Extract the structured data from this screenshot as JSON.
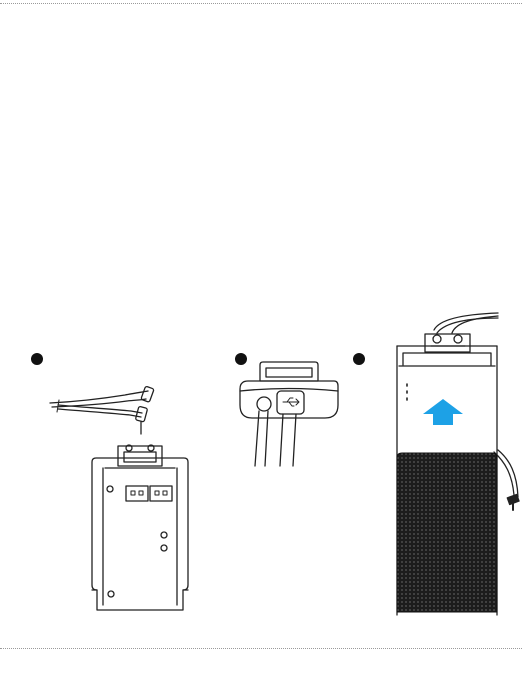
{
  "figure": {
    "steps": [
      {
        "marker": "step-1-dot",
        "illustration": "battery-box-with-cable"
      },
      {
        "marker": "step-2-dot",
        "illustration": "connector-plug-with-usb"
      },
      {
        "marker": "step-3-dot",
        "illustration": "speaker-insert-battery"
      }
    ],
    "icons": [
      "usb-icon",
      "up-arrow-icon"
    ],
    "colors": {
      "line": "#222222",
      "arrow": "#1da1e6",
      "mesh": "#1c1c1c",
      "rule": "#9a9a9a"
    }
  }
}
